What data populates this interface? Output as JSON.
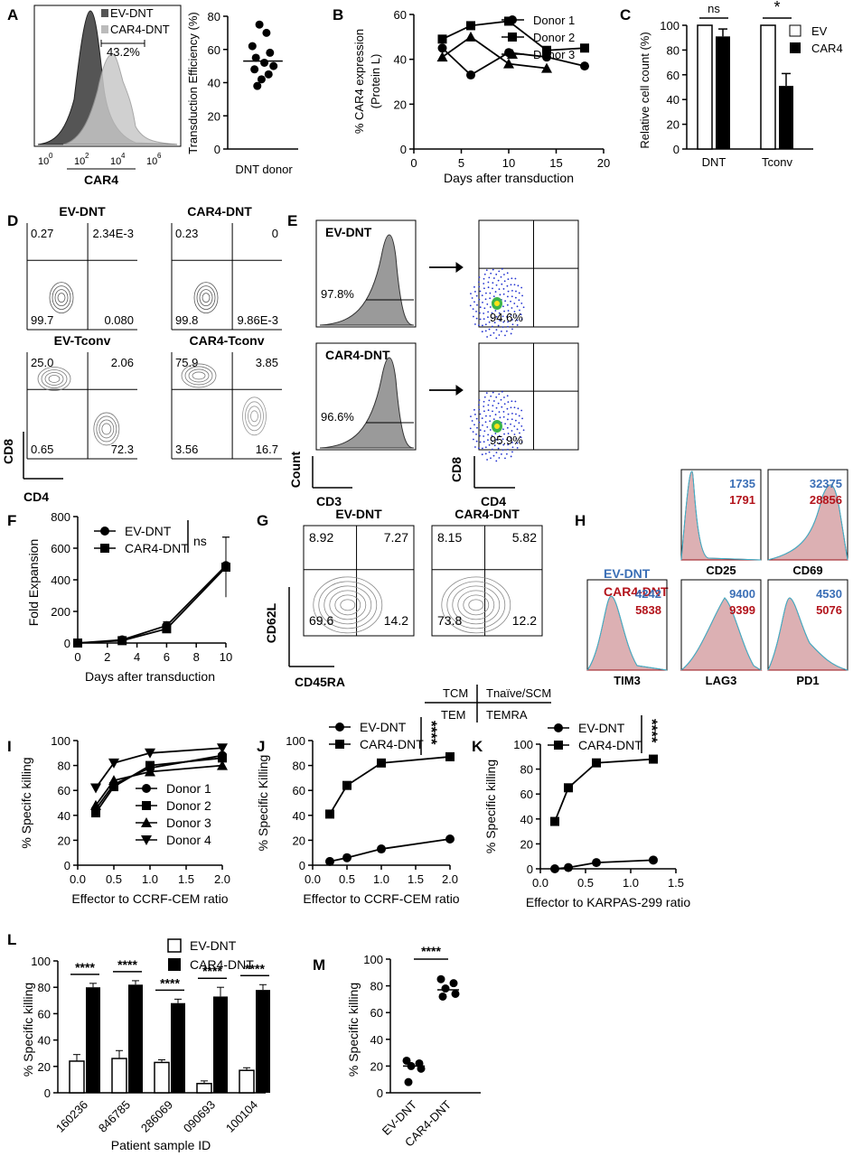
{
  "colors": {
    "ev": "#3b6fb6",
    "car4": "#b3141c",
    "darkgray": "#555555",
    "lightgray": "#c8c8c8",
    "blue_dots": "#2030d0",
    "fill_hist": "#9a9a9a",
    "red_fill": "#d6a3a6",
    "cyan_line": "#35b7d0"
  },
  "panels": {
    "A": {
      "letter": "A",
      "legend": [
        "EV-DNT",
        "CAR4-DNT"
      ],
      "gate": "43.2%",
      "xlabel": "CAR4",
      "ticks": [
        "10",
        "0",
        "10",
        "2",
        "10",
        "4",
        "10",
        "6"
      ],
      "dot": {
        "ylabel": "Transduction Efficiency (%)",
        "xlabel": "DNT donor",
        "yticks": [
          "0",
          "20",
          "40",
          "60",
          "80"
        ]
      }
    },
    "B": {
      "letter": "B",
      "ylabel1": "% CAR4 expression",
      "ylabel2": "(Protein L)",
      "xlabel": "Days after transduction",
      "yticks": [
        "0",
        "20",
        "40",
        "60"
      ],
      "xticks": [
        "0",
        "5",
        "10",
        "15",
        "20"
      ],
      "legend": [
        "Donor 1",
        "Donor 2",
        "Donor 3"
      ]
    },
    "C": {
      "letter": "C",
      "ylabel": "Relative cell count (%)",
      "yticks": [
        "0",
        "20",
        "40",
        "60",
        "80",
        "100"
      ],
      "cats": [
        "DNT",
        "Tconv"
      ],
      "legend": [
        "EV",
        "CAR4"
      ],
      "sig": [
        "ns",
        "*"
      ]
    },
    "D": {
      "letter": "D",
      "titles": [
        "EV-DNT",
        "CAR4-DNT",
        "EV-Tconv",
        "CAR4-Tconv"
      ],
      "quads": [
        [
          "0.27",
          "2.34E-3",
          "99.7",
          "0.080"
        ],
        [
          "0.23",
          "0",
          "99.8",
          "9.86E-3"
        ],
        [
          "25.0",
          "2.06",
          "0.65",
          "72.3"
        ],
        [
          "75.9",
          "3.85",
          "3.56",
          "16.7"
        ]
      ],
      "ylabel": "CD8",
      "xlabel": "CD4"
    },
    "E": {
      "letter": "E",
      "titles": [
        "EV-DNT",
        "CAR4-DNT"
      ],
      "hist": [
        "97.8%",
        "96.6%"
      ],
      "dots": [
        "94.6%",
        "95.9%"
      ],
      "hy": "Count",
      "hx": "CD3",
      "dy": "CD8",
      "dx": "CD4"
    },
    "F": {
      "letter": "F",
      "ylabel": "Fold Expansion",
      "xlabel": "Days after transduction",
      "yticks": [
        "0",
        "200",
        "400",
        "600",
        "800"
      ],
      "xticks": [
        "0",
        "2",
        "4",
        "6",
        "8",
        "10"
      ],
      "legend": [
        "EV-DNT",
        "CAR4-DNT"
      ],
      "sig": "ns"
    },
    "G": {
      "letter": "G",
      "titles": [
        "EV-DNT",
        "CAR4-DNT"
      ],
      "quads": [
        [
          "8.92",
          "7.27",
          "69.6",
          "14.2"
        ],
        [
          "8.15",
          "5.82",
          "73.8",
          "12.2"
        ]
      ],
      "ylabel": "CD62L",
      "xlabel": "CD45RA",
      "key": [
        "TCM",
        "Tnaïve/SCM",
        "TEM",
        "TEMRA"
      ]
    },
    "H": {
      "letter": "H",
      "legend": [
        "EV-DNT",
        "CAR4-DNT"
      ],
      "markers": [
        {
          "name": "CD25",
          "ev": "1735",
          "car4": "1791"
        },
        {
          "name": "CD69",
          "ev": "32375",
          "car4": "28856"
        },
        {
          "name": "TIM3",
          "ev": "4242",
          "car4": "5838"
        },
        {
          "name": "LAG3",
          "ev": "9400",
          "car4": "9399"
        },
        {
          "name": "PD1",
          "ev": "4530",
          "car4": "5076"
        }
      ]
    },
    "I": {
      "letter": "I",
      "ylabel": "% Specifc killing",
      "xlabel": "Effector to CCRF-CEM ratio",
      "yticks": [
        "0",
        "20",
        "40",
        "60",
        "80",
        "100"
      ],
      "xticks": [
        "0.0",
        "0.5",
        "1.0",
        "1.5",
        "2.0"
      ],
      "legend": [
        "Donor 1",
        "Donor 2",
        "Donor 3",
        "Donor 4"
      ]
    },
    "J": {
      "letter": "J",
      "ylabel": "% Specific Killing",
      "xlabel": "Effector to CCRF-CEM ratio",
      "yticks": [
        "0",
        "20",
        "40",
        "60",
        "80",
        "100"
      ],
      "xticks": [
        "0.0",
        "0.5",
        "1.0",
        "1.5",
        "2.0"
      ],
      "legend": [
        "EV-DNT",
        "CAR4-DNT"
      ],
      "sig": "****"
    },
    "K": {
      "letter": "K",
      "ylabel": "% Specific killing",
      "xlabel": "Effector to KARPAS-299 ratio",
      "yticks": [
        "0",
        "20",
        "40",
        "60",
        "80",
        "100"
      ],
      "xticks": [
        "0.0",
        "0.5",
        "1.0",
        "1.5"
      ],
      "legend": [
        "EV-DNT",
        "CAR4-DNT"
      ],
      "sig": "****"
    },
    "L": {
      "letter": "L",
      "ylabel": "% Specific killing",
      "xlabel": "Patient sample ID",
      "yticks": [
        "0",
        "20",
        "40",
        "60",
        "80",
        "100"
      ],
      "cats": [
        "160236",
        "846785",
        "286069",
        "090693",
        "100104"
      ],
      "legend": [
        "EV-DNT",
        "CAR4-DNT"
      ],
      "sig": "****"
    },
    "M": {
      "letter": "M",
      "ylabel": "% Specific killing",
      "yticks": [
        "0",
        "20",
        "40",
        "60",
        "80",
        "100"
      ],
      "cats": [
        "EV-DNT",
        "CAR4-DNT"
      ],
      "sig": "****"
    }
  },
  "chart_data": [
    {
      "panel": "A",
      "type": "scatter",
      "ylim": [
        0,
        80
      ],
      "values": [
        75,
        70,
        62,
        58,
        55,
        52,
        50,
        48,
        45,
        42,
        38
      ],
      "mean": 53
    },
    {
      "panel": "B",
      "type": "line",
      "xlim": [
        0,
        20
      ],
      "ylim": [
        0,
        60
      ],
      "series": [
        {
          "name": "Donor 1",
          "x": [
            3,
            6,
            10,
            14,
            18
          ],
          "y": [
            45,
            33,
            43,
            41,
            37
          ]
        },
        {
          "name": "Donor 2",
          "x": [
            3,
            6,
            10,
            14,
            18
          ],
          "y": [
            49,
            55,
            57,
            44,
            45
          ]
        },
        {
          "name": "Donor 3",
          "x": [
            3,
            6,
            10,
            14
          ],
          "y": [
            41,
            50,
            38,
            36
          ]
        }
      ]
    },
    {
      "panel": "C",
      "type": "bar",
      "categories": [
        "DNT",
        "Tconv"
      ],
      "ylim": [
        0,
        100
      ],
      "series": [
        {
          "name": "EV",
          "values": [
            100,
            100
          ],
          "err": [
            0,
            0
          ]
        },
        {
          "name": "CAR4",
          "values": [
            91,
            51
          ],
          "err": [
            6,
            10
          ]
        }
      ]
    },
    {
      "panel": "F",
      "type": "line",
      "xlim": [
        0,
        10
      ],
      "ylim": [
        0,
        800
      ],
      "series": [
        {
          "name": "EV-DNT",
          "x": [
            0,
            3,
            6,
            10
          ],
          "y": [
            0,
            20,
            110,
            490
          ],
          "err": [
            0,
            8,
            25,
            180
          ]
        },
        {
          "name": "CAR4-DNT",
          "x": [
            0,
            3,
            6,
            10
          ],
          "y": [
            0,
            15,
            90,
            480
          ],
          "err": [
            0,
            6,
            20,
            190
          ]
        }
      ]
    },
    {
      "panel": "I",
      "type": "line",
      "xlim": [
        0,
        2
      ],
      "ylim": [
        0,
        100
      ],
      "series": [
        {
          "name": "Donor 1",
          "x": [
            0.25,
            0.5,
            1,
            2
          ],
          "y": [
            45,
            65,
            78,
            88
          ]
        },
        {
          "name": "Donor 2",
          "x": [
            0.25,
            0.5,
            1,
            2
          ],
          "y": [
            42,
            63,
            80,
            86
          ]
        },
        {
          "name": "Donor 3",
          "x": [
            0.25,
            0.5,
            1,
            2
          ],
          "y": [
            48,
            68,
            75,
            80
          ]
        },
        {
          "name": "Donor 4",
          "x": [
            0.25,
            0.5,
            1,
            2
          ],
          "y": [
            62,
            82,
            90,
            94
          ]
        }
      ]
    },
    {
      "panel": "J",
      "type": "line",
      "xlim": [
        0,
        2
      ],
      "ylim": [
        0,
        100
      ],
      "series": [
        {
          "name": "EV-DNT",
          "x": [
            0.25,
            0.5,
            1,
            2
          ],
          "y": [
            3,
            6,
            13,
            21
          ]
        },
        {
          "name": "CAR4-DNT",
          "x": [
            0.25,
            0.5,
            1,
            2
          ],
          "y": [
            41,
            64,
            82,
            87
          ]
        }
      ]
    },
    {
      "panel": "K",
      "type": "line",
      "xlim": [
        0,
        1.5
      ],
      "ylim": [
        0,
        100
      ],
      "series": [
        {
          "name": "EV-DNT",
          "x": [
            0.16,
            0.31,
            0.62,
            1.25
          ],
          "y": [
            0,
            1,
            5,
            7
          ]
        },
        {
          "name": "CAR4-DNT",
          "x": [
            0.16,
            0.31,
            0.62,
            1.25
          ],
          "y": [
            38,
            65,
            85,
            88
          ]
        }
      ]
    },
    {
      "panel": "L",
      "type": "bar",
      "categories": [
        "160236",
        "846785",
        "286069",
        "090693",
        "100104"
      ],
      "ylim": [
        0,
        100
      ],
      "series": [
        {
          "name": "EV-DNT",
          "values": [
            24,
            26,
            23,
            7,
            17
          ],
          "err": [
            5,
            6,
            2,
            2,
            2
          ]
        },
        {
          "name": "CAR4-DNT",
          "values": [
            80,
            82,
            68,
            73,
            78
          ],
          "err": [
            3,
            3,
            3,
            7,
            4
          ]
        }
      ]
    },
    {
      "panel": "M",
      "type": "scatter",
      "categories": [
        "EV-DNT",
        "CAR4-DNT"
      ],
      "ylim": [
        0,
        100
      ],
      "series": [
        {
          "name": "EV-DNT",
          "values": [
            24,
            22,
            20,
            18,
            8
          ],
          "mean": 20
        },
        {
          "name": "CAR4-DNT",
          "values": [
            85,
            82,
            78,
            74,
            72
          ],
          "mean": 77
        }
      ]
    }
  ]
}
